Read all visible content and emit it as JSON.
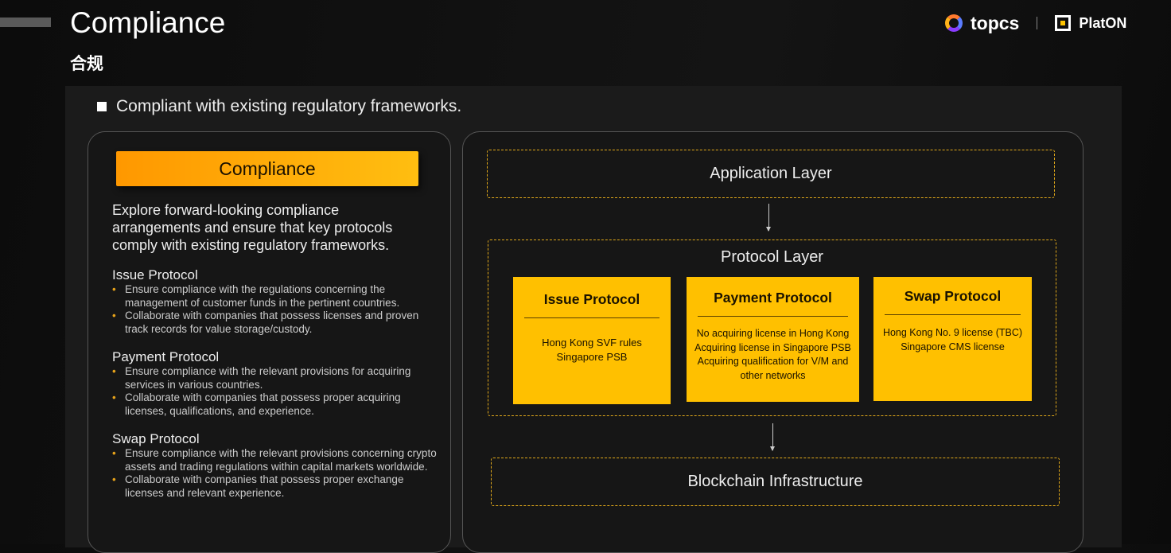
{
  "header": {
    "title": "Compliance",
    "subtitle": "合规",
    "logos": {
      "topcs": "topcs",
      "platon": "PlatON"
    }
  },
  "bullet": "Compliant with existing regulatory frameworks.",
  "left": {
    "chip": "Compliance",
    "intro": "Explore forward-looking compliance arrangements and ensure that key protocols comply with existing regulatory frameworks.",
    "sections": [
      {
        "title": "Issue Protocol",
        "items": [
          "Ensure compliance with the regulations concerning the management of customer funds in the pertinent countries.",
          "Collaborate with companies that possess licenses and proven track records for value storage/custody."
        ]
      },
      {
        "title": "Payment Protocol",
        "items": [
          "Ensure compliance with the relevant provisions for acquiring services in various countries.",
          "Collaborate with companies that possess proper acquiring licenses, qualifications, and experience."
        ]
      },
      {
        "title": "Swap Protocol",
        "items": [
          "Ensure compliance with the relevant provisions concerning crypto assets and trading regulations within capital markets worldwide.",
          "Collaborate with companies that possess proper exchange licenses and relevant experience."
        ]
      }
    ]
  },
  "diagram": {
    "application": "Application Layer",
    "protocol": "Protocol Layer",
    "blockchain": "Blockchain Infrastructure",
    "boxes": [
      {
        "title": "Issue Protocol",
        "lines": [
          "Hong Kong SVF rules",
          "Singapore PSB"
        ]
      },
      {
        "title": "Payment Protocol",
        "lines": [
          "No acquiring license in Hong Kong",
          "Acquiring license in Singapore PSB",
          "Acquiring qualification for V/M and",
          "other networks"
        ]
      },
      {
        "title": "Swap Protocol",
        "lines": [
          "Hong Kong No. 9 license (TBC)",
          "Singapore CMS license"
        ]
      }
    ]
  },
  "colors": {
    "accent": "#ffc000",
    "chip_start": "#ff9800",
    "dash": "#e0a81a"
  }
}
